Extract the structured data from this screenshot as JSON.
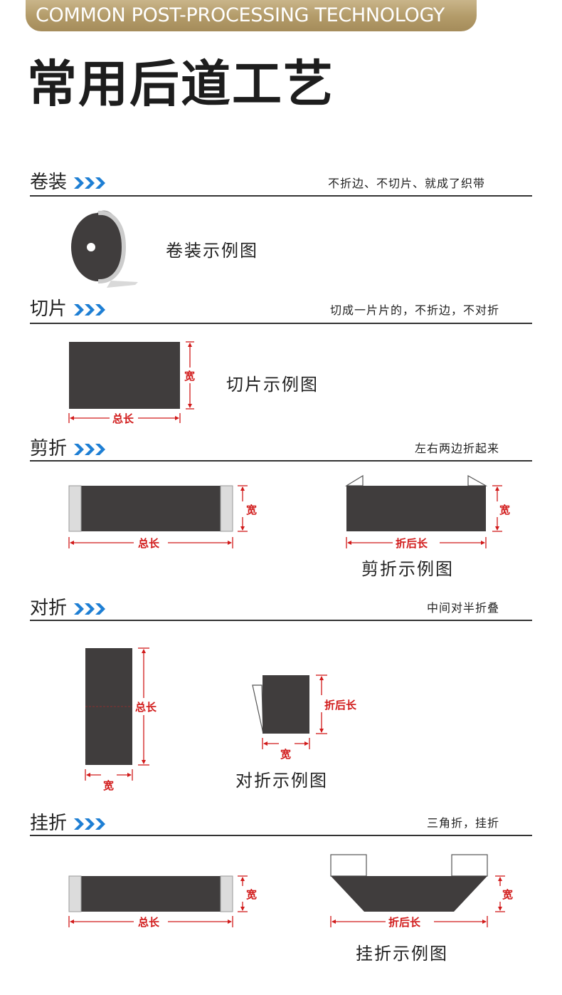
{
  "header": {
    "banner_text": "COMMON POST-PROCESSING TECHNOLOGY",
    "title": "常用后道工艺"
  },
  "colors": {
    "gold": "#b29a68",
    "blue_chevron": "#1e7fd4",
    "dim_red": "#d11a1a",
    "tape_dark": "#403d3d"
  },
  "sections": [
    {
      "id": "roll",
      "title": "卷装",
      "note": "不折边、不切片、就成了织带",
      "caption": "卷装示例图"
    },
    {
      "id": "cut",
      "title": "切片",
      "note": "切成一片片的，不折边，不对折",
      "caption": "切片示例图",
      "dims": {
        "width": "宽",
        "length": "总长"
      }
    },
    {
      "id": "trim-fold",
      "title": "剪折",
      "note": "左右两边折起来",
      "caption": "剪折示例图",
      "dims": {
        "width": "宽",
        "length": "总长",
        "folded_length": "折后长"
      }
    },
    {
      "id": "half-fold",
      "title": "对折",
      "note": "中间对半折叠",
      "caption": "对折示例图",
      "dims": {
        "width": "宽",
        "length": "总长",
        "folded_length": "折后长"
      }
    },
    {
      "id": "hang-fold",
      "title": "挂折",
      "note": "三角折，挂折",
      "caption": "挂折示例图",
      "dims": {
        "width": "宽",
        "length": "总长",
        "folded_length": "折后长"
      }
    }
  ]
}
